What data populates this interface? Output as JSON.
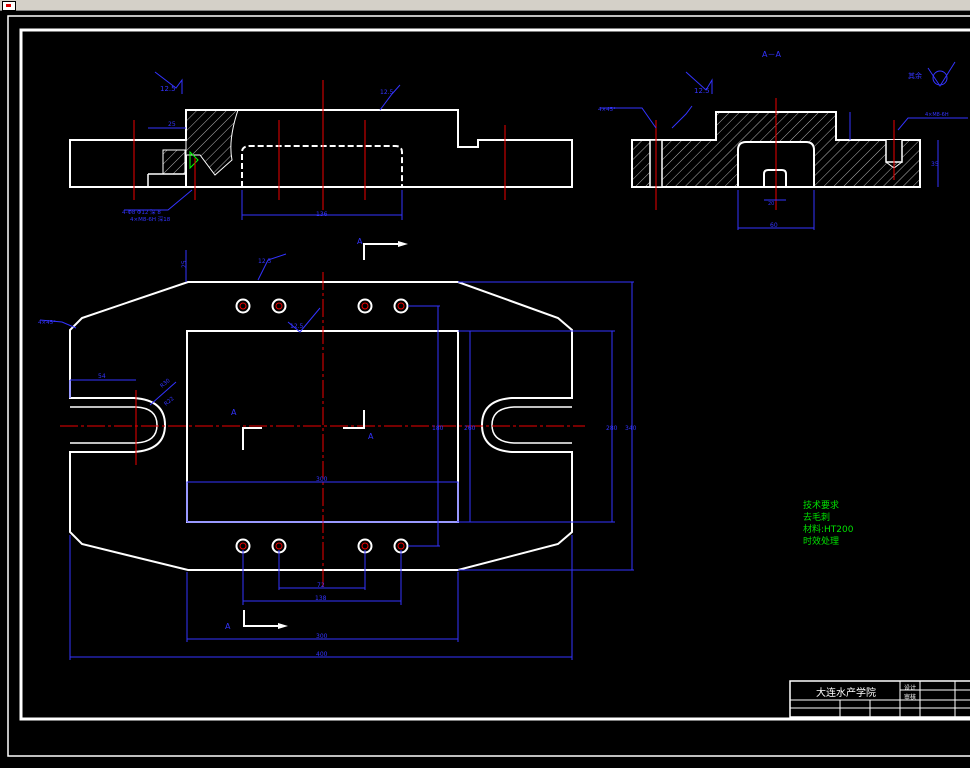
{
  "window": {
    "icon": "app-icon"
  },
  "drawing": {
    "section_label": "A－A",
    "roughness_other": "其余",
    "view_mark_left": "A",
    "view_mark_right": "A",
    "view_mark_top": "A",
    "view_mark_bottom": "A",
    "dims": {
      "top_slot": "136",
      "section_width": "60",
      "section_slot": "20",
      "section_height": "35",
      "hole_callout": "4×M8-6H 深18",
      "counterbore": "4-Φ8 Φ12 深 8",
      "side_hole": "4×M8-6H",
      "w_inner_slot": "300",
      "w_holes_a": "72",
      "w_holes_b": "138",
      "w_base": "300",
      "w_total": "400",
      "h_inner": "260",
      "h_holes": "180",
      "h_right": "280",
      "h_total": "340",
      "slot_depth": "54",
      "slot_r1": "R30",
      "slot_r2": "R22",
      "chamfer": "4×45°",
      "left_tag": "4×45°",
      "small_top": "25",
      "roughness": "12.5"
    }
  },
  "notes": {
    "line1": "技术要求",
    "line2": "去毛刺",
    "line3": "材料:HT200",
    "line4": "时效处理"
  },
  "title_block": {
    "school": "大连水产学院",
    "row1": "设计",
    "row2": "审核"
  }
}
